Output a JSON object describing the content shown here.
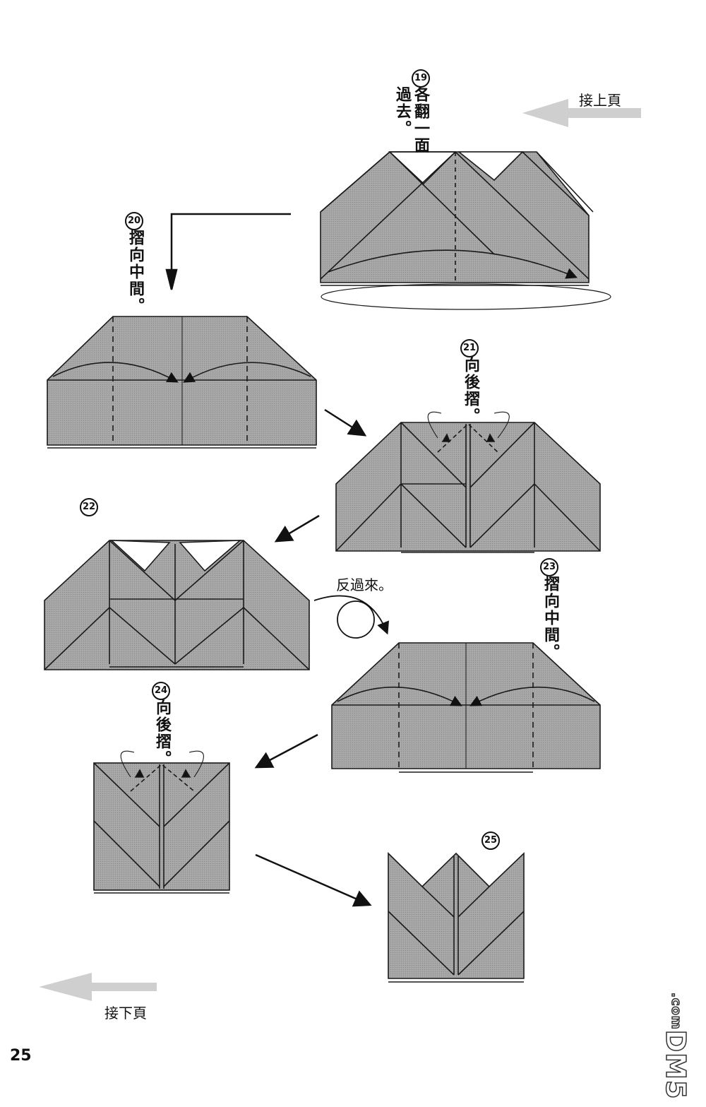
{
  "page_number": "25",
  "nav": {
    "prev": "接上頁",
    "next": "接下頁"
  },
  "steps": [
    {
      "num": "19",
      "text": "各翻一面過去。"
    },
    {
      "num": "20",
      "text": "摺向中間。"
    },
    {
      "num": "21",
      "text": "向後摺。"
    },
    {
      "num": "22",
      "text": ""
    },
    {
      "num": "23",
      "text": "摺向中間。"
    },
    {
      "num": "24",
      "text": "向後摺。"
    },
    {
      "num": "25",
      "text": ""
    }
  ],
  "turn_over": "反過來。",
  "watermark": {
    "main": "DM5",
    "suffix": ".com"
  },
  "colors": {
    "paper": "#a6a6a6",
    "outline": "#1a1a1a",
    "nav_arrow": "#cccccc"
  }
}
